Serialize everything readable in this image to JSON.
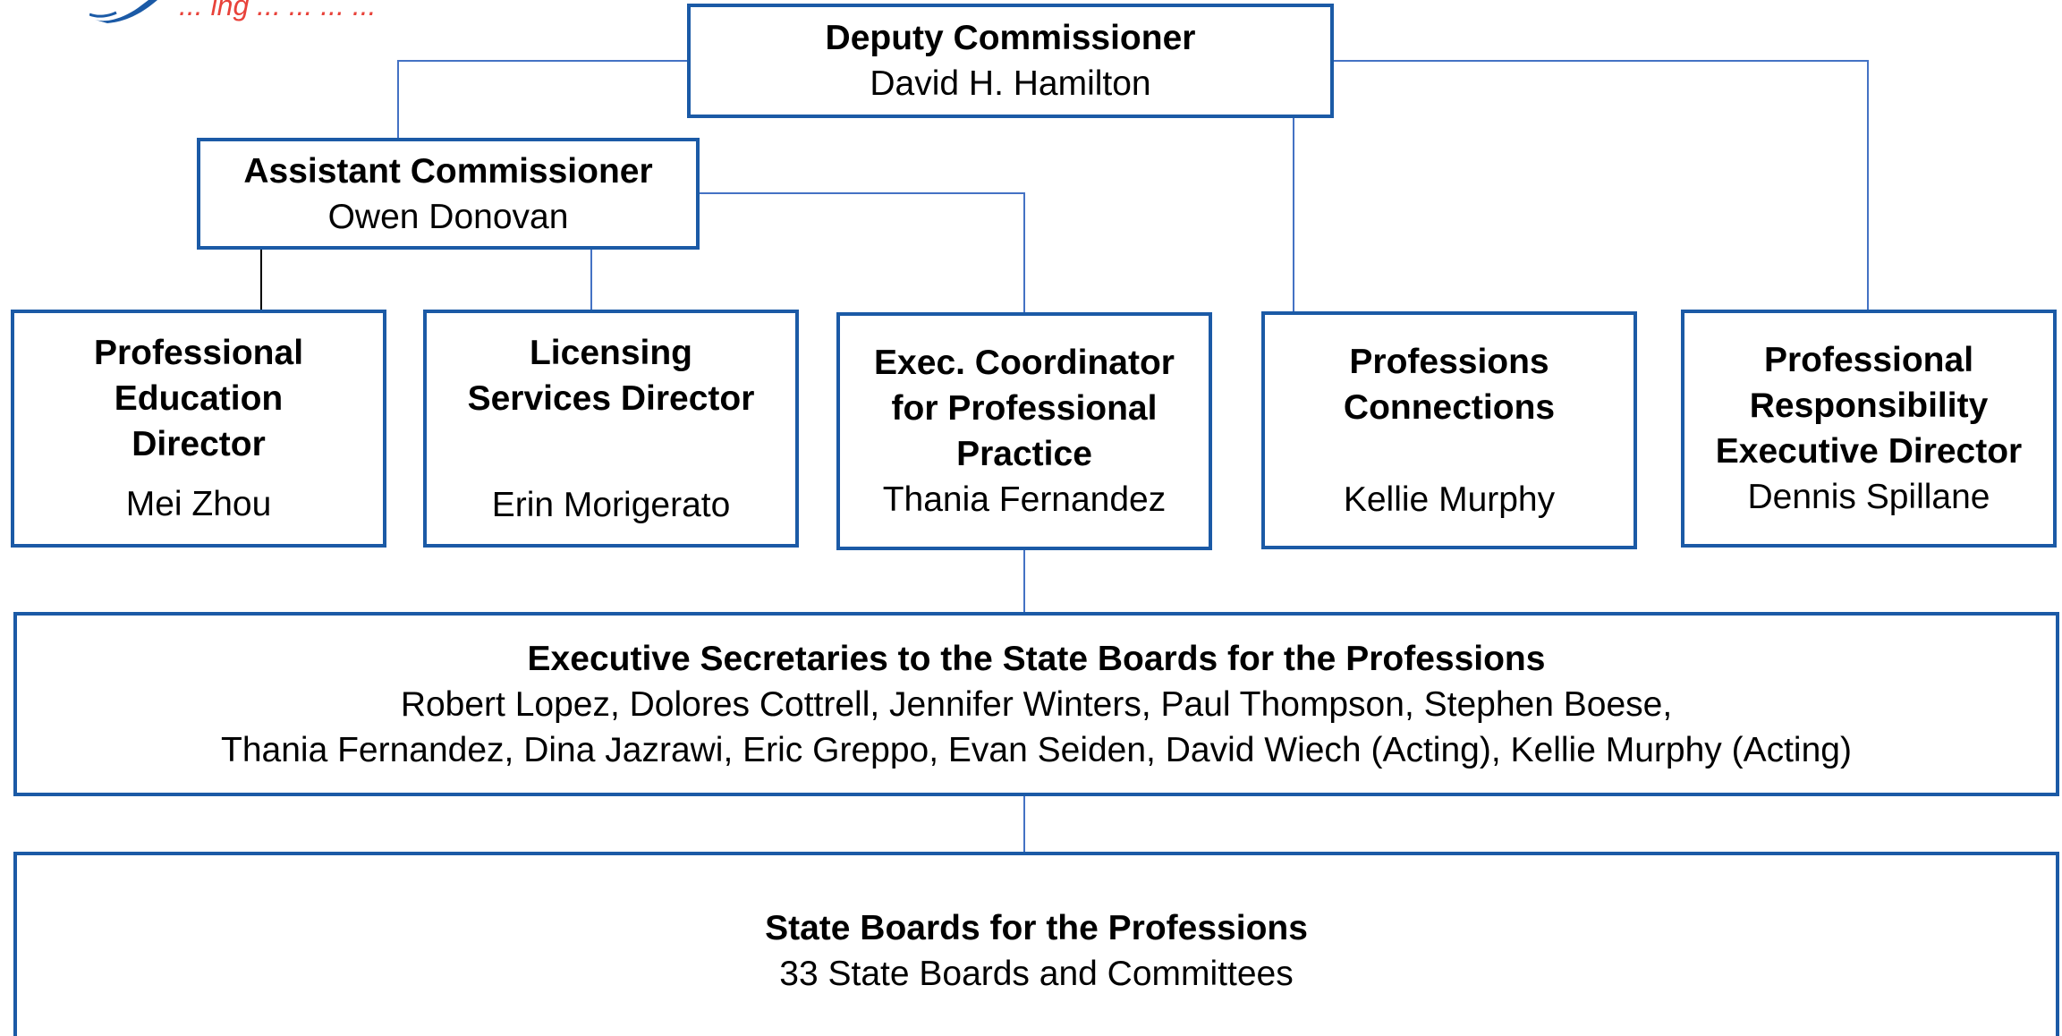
{
  "header": {
    "logo_icon": "nysed-logo-icon",
    "tagline": "... ing ... ... ... ...",
    "tagline_color": "#e8423a"
  },
  "colors": {
    "box_border": "#1b5aa6",
    "connector": "#4472c4",
    "dark_connector": "#000000"
  },
  "org": {
    "deputy": {
      "title": "Deputy Commissioner",
      "name": "David H. Hamilton"
    },
    "assistant": {
      "title": "Assistant Commissioner",
      "name": "Owen Donovan"
    },
    "professional_education": {
      "title_lines": [
        "Professional",
        "Education",
        "Director"
      ],
      "name": "Mei Zhou"
    },
    "licensing": {
      "title_lines": [
        "Licensing",
        "Services Director"
      ],
      "name": "Erin Morigerato"
    },
    "exec_coordinator": {
      "title_lines": [
        "Exec. Coordinator",
        "for Professional",
        "Practice"
      ],
      "name": "Thania Fernandez"
    },
    "connections": {
      "title_lines": [
        "Professions",
        "Connections"
      ],
      "name": "Kellie Murphy"
    },
    "responsibility": {
      "title_lines": [
        "Professional",
        "Responsibility",
        "Executive Director"
      ],
      "name": "Dennis Spillane"
    },
    "secretaries": {
      "title": "Executive Secretaries to the State Boards for the Professions",
      "names_line1": "Robert Lopez, Dolores Cottrell, Jennifer Winters, Paul Thompson, Stephen Boese,",
      "names_line2": "Thania Fernandez, Dina Jazrawi, Eric Greppo, Evan Seiden, David Wiech (Acting), Kellie Murphy (Acting)"
    },
    "boards": {
      "title": "State Boards for the Professions",
      "subtitle": "33 State Boards and Committees"
    }
  }
}
